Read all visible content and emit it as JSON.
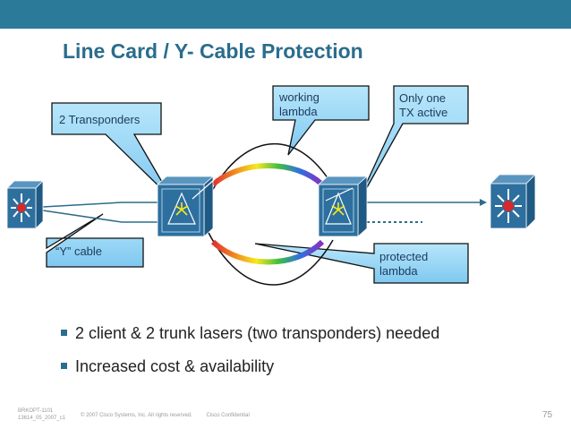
{
  "slide": {
    "title": "Line Card / Y- Cable Protection",
    "page_number": "75"
  },
  "callouts": {
    "transponders": "2 Transponders",
    "working_lambda": [
      "working",
      "lambda"
    ],
    "only_one_tx": [
      "Only one",
      "TX active"
    ],
    "y_cable": "“Y” cable",
    "protected_lambda": [
      "protected",
      "lambda"
    ]
  },
  "bullets": [
    "2 client & 2 trunk lasers (two transponders) needed",
    "Increased cost & availability"
  ],
  "footer": {
    "course": [
      "BRKOPT-1101",
      "13614_05_2007_c1"
    ],
    "copyright": "© 2007 Cisco Systems, Inc. All rights reserved.",
    "confidential": "Cisco Confidential"
  },
  "colors": {
    "accent": "#2a6d8c",
    "header_bar": "#2c7a9a",
    "callout_fill": "#8fd3f7",
    "device_fill": "#2d6f9e"
  },
  "icons": {
    "left_switch": "router-switch-icon",
    "right_switch": "router-switch-icon",
    "left_transponder": "transponder-icon",
    "right_transponder": "transponder-icon"
  }
}
